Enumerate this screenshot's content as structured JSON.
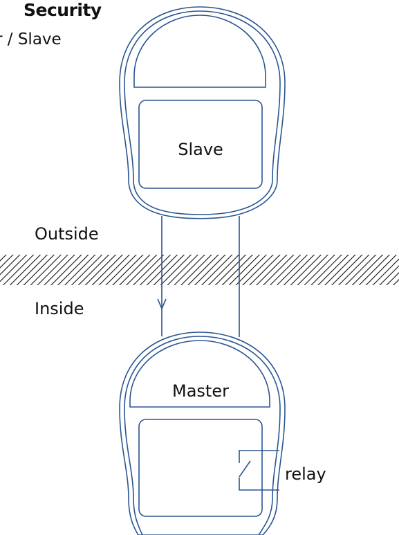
{
  "header": {
    "title": "Security",
    "subtitle": "r / Slave"
  },
  "zones": {
    "outside_label": "Outside",
    "inside_label": "Inside"
  },
  "devices": {
    "slave_label": "Slave",
    "master_label": "Master",
    "relay_label": "relay"
  },
  "colors": {
    "outline": "#2a5591",
    "text": "#111111",
    "hatch": "#111111",
    "background": "#ffffff"
  }
}
